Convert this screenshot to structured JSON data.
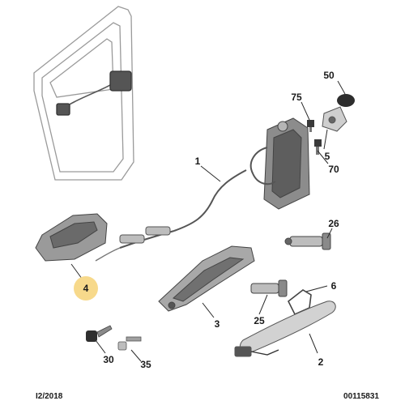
{
  "parts": [
    {
      "id": "part-1",
      "label": "1",
      "name": "cable"
    },
    {
      "id": "part-2",
      "label": "2",
      "name": "outer handle"
    },
    {
      "id": "part-3",
      "label": "3",
      "name": "handle bracket"
    },
    {
      "id": "part-4",
      "label": "4",
      "name": "inner handle",
      "highlighted": true
    },
    {
      "id": "part-5",
      "label": "5",
      "name": "striker"
    },
    {
      "id": "part-6",
      "label": "6",
      "name": "gasket"
    },
    {
      "id": "part-25",
      "label": "25",
      "name": "lock cylinder"
    },
    {
      "id": "part-26",
      "label": "26",
      "name": "lock cylinder"
    },
    {
      "id": "part-30",
      "label": "30",
      "name": "key"
    },
    {
      "id": "part-35",
      "label": "35",
      "name": "key blank"
    },
    {
      "id": "part-50",
      "label": "50",
      "name": "cap"
    },
    {
      "id": "part-70",
      "label": "70",
      "name": "bolt"
    },
    {
      "id": "part-75",
      "label": "75",
      "name": "screw"
    }
  ],
  "footer": {
    "date": "I2/2018",
    "reference": "00115831"
  },
  "colors": {
    "highlight": "#f7d98b",
    "line": "#2b2b2b",
    "part": "#c8c8c8",
    "part_dark": "#7a7a7a"
  }
}
